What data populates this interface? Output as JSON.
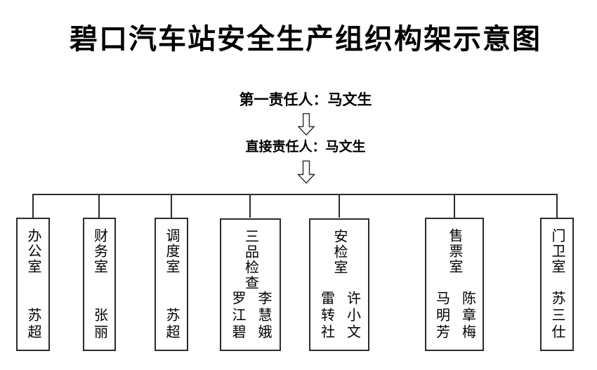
{
  "title": "碧口汽车站安全生产组织构架示意图",
  "hierarchy": {
    "level1": "第一责任人：马文生",
    "level2": "直接责任人：马文生"
  },
  "icons": {
    "arrow": "down-block-arrow"
  },
  "colors": {
    "background": "#ffffff",
    "text": "#000000",
    "line": "#2b2b2b"
  },
  "boxes": [
    {
      "dept": "办公室",
      "names": [
        "苏超"
      ]
    },
    {
      "dept": "财务室",
      "names": [
        "张丽"
      ]
    },
    {
      "dept": "调度室",
      "names": [
        "苏超"
      ]
    },
    {
      "dept": "三品检查",
      "names": [
        "罗江碧",
        "李慧娥"
      ]
    },
    {
      "dept": "安检室",
      "names": [
        "雷转社",
        "许小文"
      ]
    },
    {
      "dept": "售票室",
      "names": [
        "马明芳",
        "陈章梅"
      ]
    },
    {
      "dept": "门卫室",
      "names": [
        "苏三仕"
      ]
    }
  ]
}
